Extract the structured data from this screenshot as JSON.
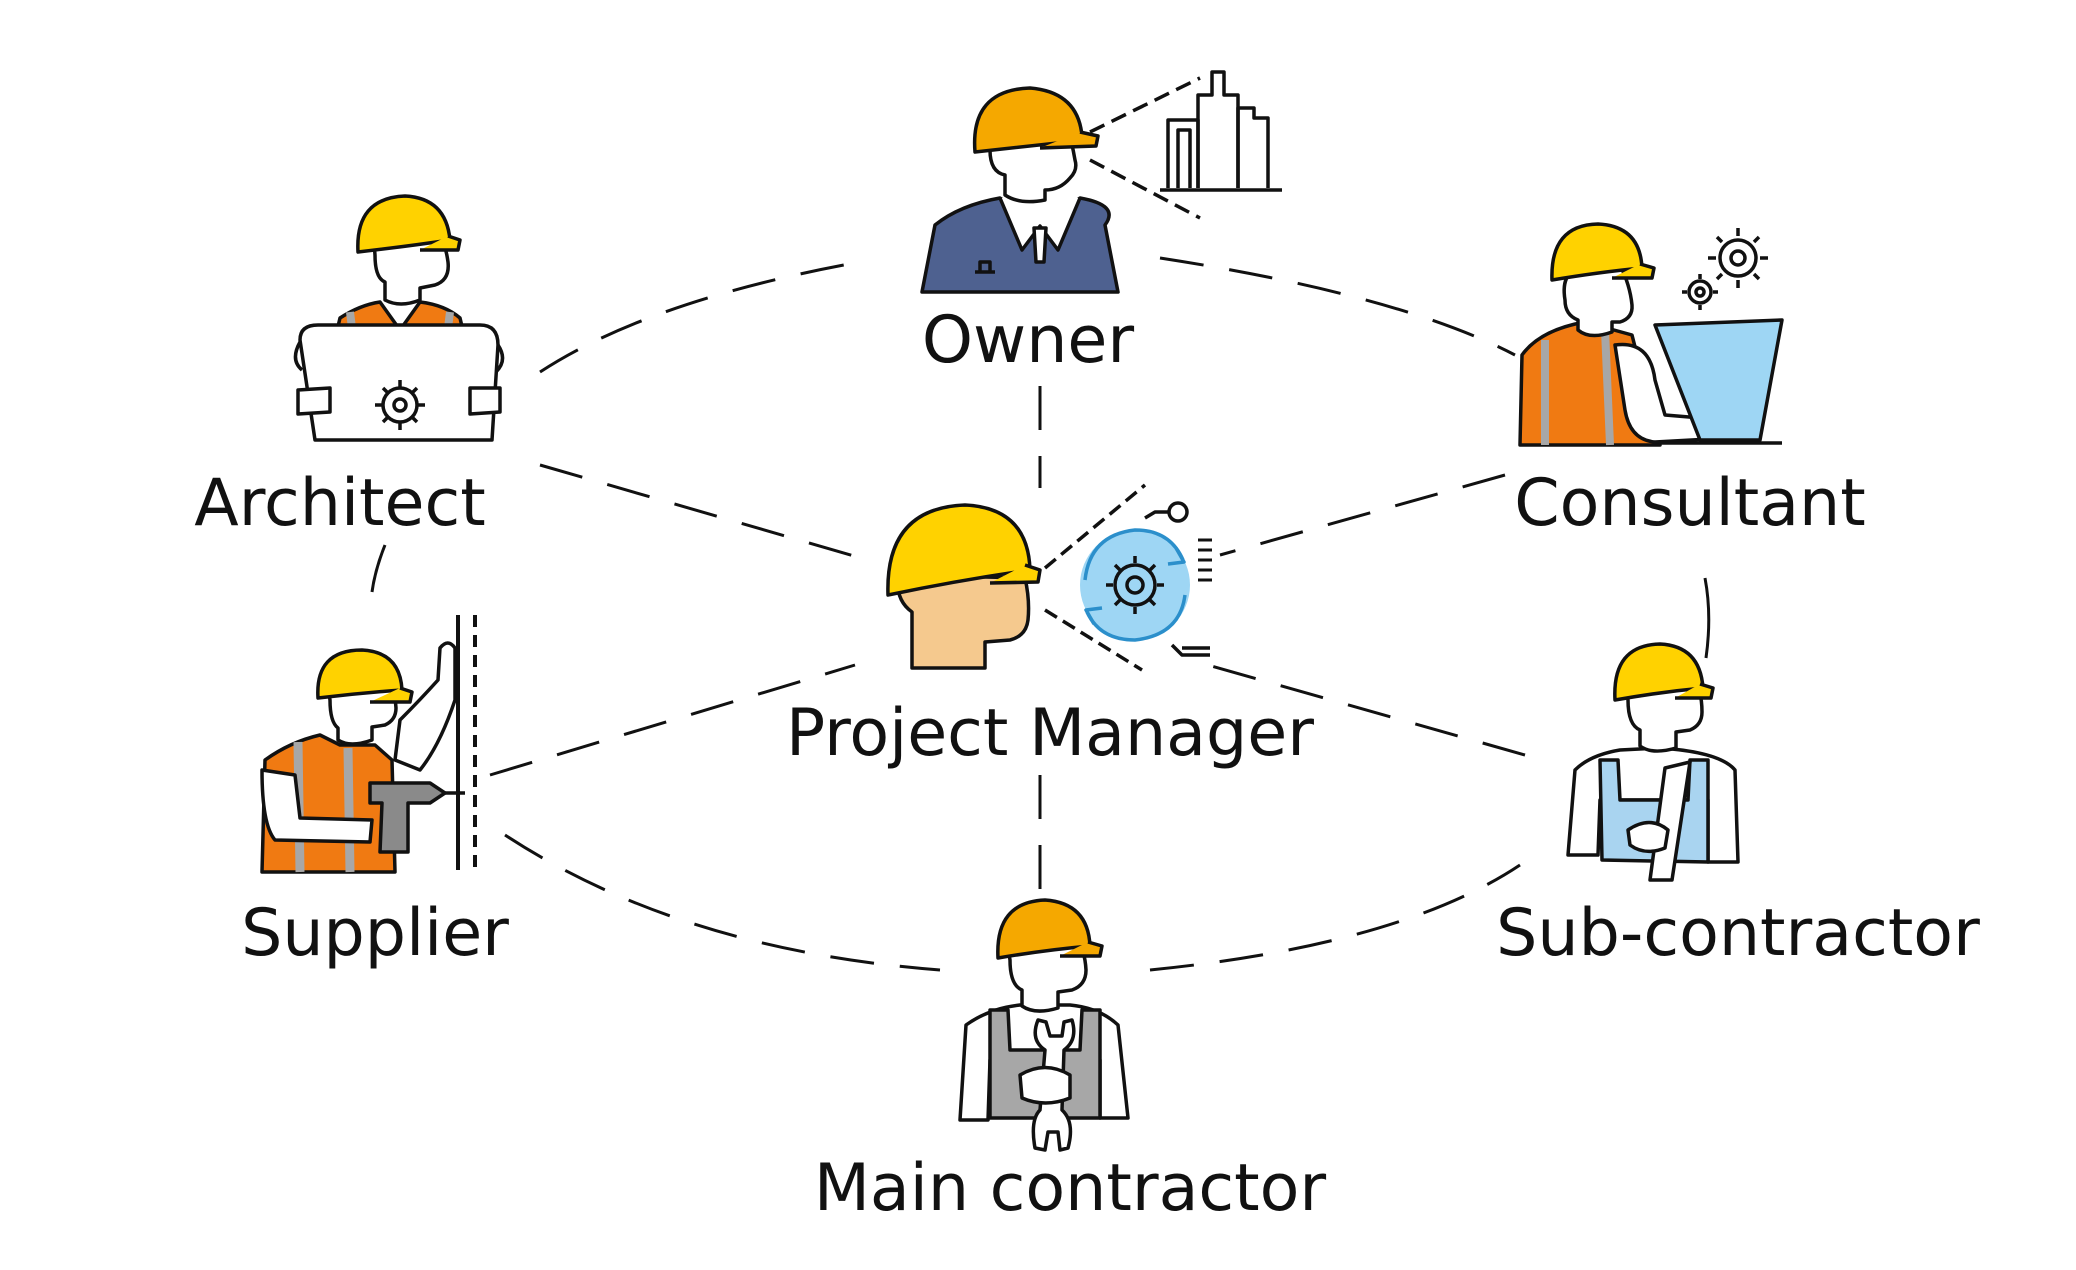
{
  "colors": {
    "helmet": "#F5A800",
    "helmet_yellow": "#FFD200",
    "vest": "#F07A12",
    "stripe": "#A7A7A7",
    "suit": "#4E6190",
    "screen": "#9ED6F4",
    "skin": "#F5C98E",
    "overall": "#A9D4F0",
    "line": "#111111"
  },
  "roles": {
    "owner": "Owner",
    "architect": "Architect",
    "consultant": "Consultant",
    "project_manager": "Project Manager",
    "supplier": "Supplier",
    "sub_contractor": "Sub-contractor",
    "main_contractor": "Main contractor"
  }
}
